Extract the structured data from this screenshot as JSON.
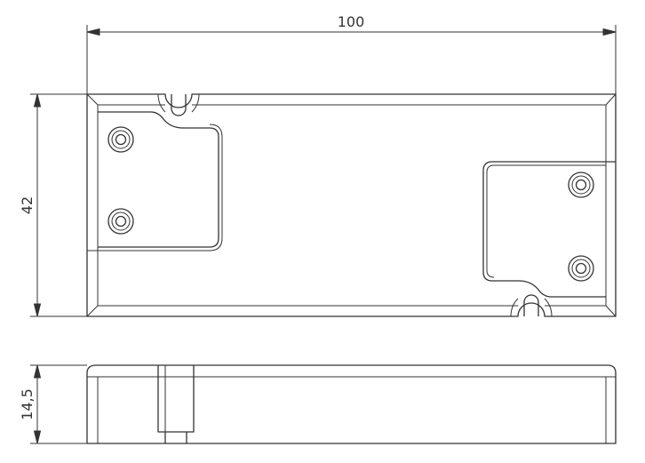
{
  "dimensions": {
    "length": "100",
    "width": "42",
    "height": "14,5"
  },
  "colors": {
    "line": "#333333",
    "background": "#ffffff"
  }
}
